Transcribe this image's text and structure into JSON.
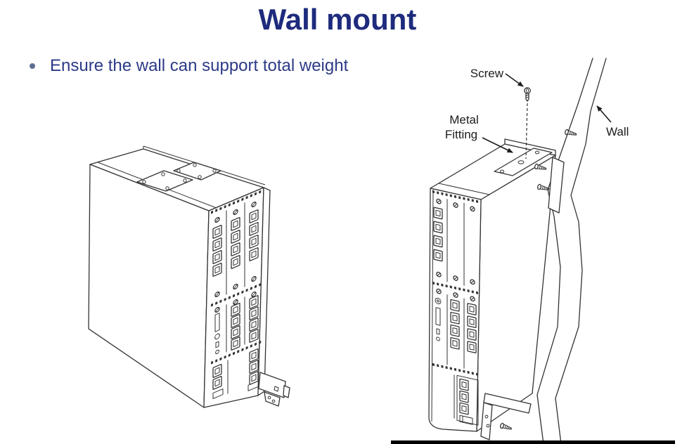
{
  "slide": {
    "title": "Wall mount",
    "bullet": "Ensure the wall can support total weight"
  },
  "figure_labels": {
    "screw": "Screw",
    "metal_fitting_line1": "Metal",
    "metal_fitting_line2": "Fitting",
    "wall": "Wall"
  },
  "colors": {
    "background_color": "#ffffff",
    "title_color": "#1e2b7d",
    "bullet_text_color": "#2c3a86",
    "bullet_dot_color": "#5e6e93",
    "line_color": "#333333",
    "label_color": "#1c1c1c",
    "bar_color": "#000000"
  }
}
